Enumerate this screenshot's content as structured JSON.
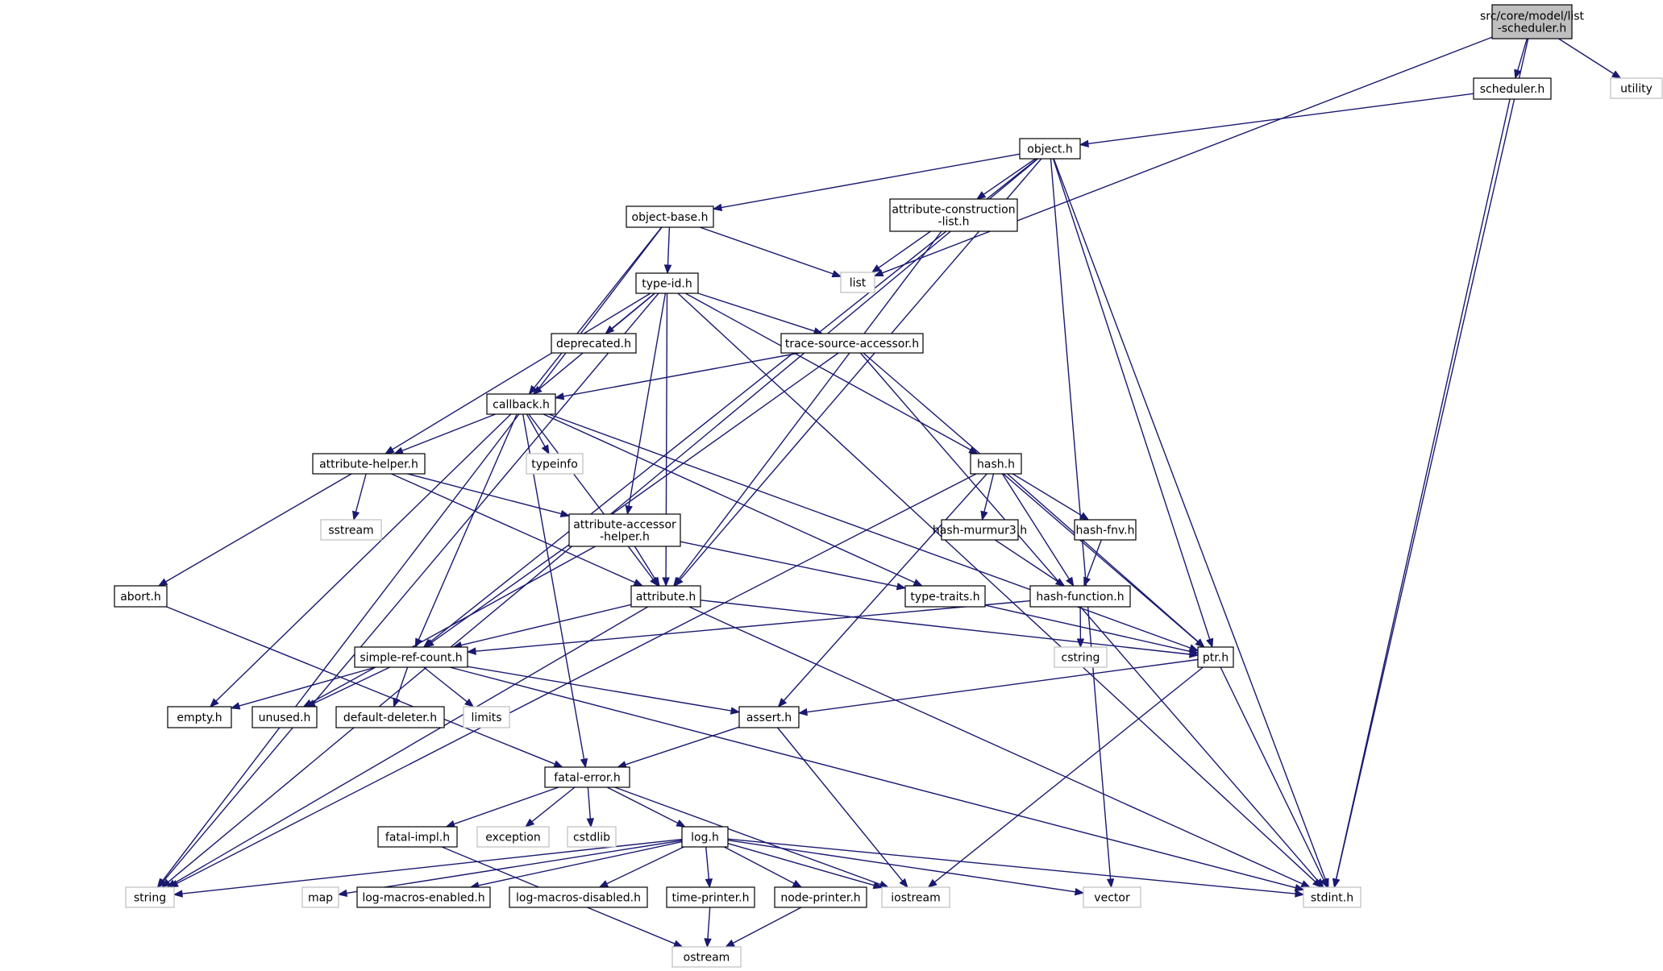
{
  "graph": {
    "root": "root",
    "nodes": [
      {
        "id": "root",
        "lines": [
          "src/core/model/list",
          "-scheduler.h"
        ],
        "kind": "root"
      },
      {
        "id": "scheduler",
        "lines": [
          "scheduler.h"
        ],
        "kind": "local"
      },
      {
        "id": "utility",
        "lines": [
          "utility"
        ],
        "kind": "system"
      },
      {
        "id": "object",
        "lines": [
          "object.h"
        ],
        "kind": "local"
      },
      {
        "id": "attrcons",
        "lines": [
          "attribute-construction",
          "-list.h"
        ],
        "kind": "local"
      },
      {
        "id": "objbase",
        "lines": [
          "object-base.h"
        ],
        "kind": "local"
      },
      {
        "id": "list",
        "lines": [
          "list"
        ],
        "kind": "system"
      },
      {
        "id": "typeid",
        "lines": [
          "type-id.h"
        ],
        "kind": "local"
      },
      {
        "id": "deprecated",
        "lines": [
          "deprecated.h"
        ],
        "kind": "local"
      },
      {
        "id": "trace",
        "lines": [
          "trace-source-accessor.h"
        ],
        "kind": "local"
      },
      {
        "id": "callback",
        "lines": [
          "callback.h"
        ],
        "kind": "local"
      },
      {
        "id": "typeinfo",
        "lines": [
          "typeinfo"
        ],
        "kind": "system"
      },
      {
        "id": "attrhelper",
        "lines": [
          "attribute-helper.h"
        ],
        "kind": "local"
      },
      {
        "id": "sstream",
        "lines": [
          "sstream"
        ],
        "kind": "system"
      },
      {
        "id": "attracc",
        "lines": [
          "attribute-accessor",
          "-helper.h"
        ],
        "kind": "local"
      },
      {
        "id": "hash",
        "lines": [
          "hash.h"
        ],
        "kind": "local"
      },
      {
        "id": "murmur",
        "lines": [
          "hash-murmur3.h"
        ],
        "kind": "local"
      },
      {
        "id": "fnv",
        "lines": [
          "hash-fnv.h"
        ],
        "kind": "local"
      },
      {
        "id": "abort",
        "lines": [
          "abort.h"
        ],
        "kind": "local"
      },
      {
        "id": "attribute",
        "lines": [
          "attribute.h"
        ],
        "kind": "local"
      },
      {
        "id": "typetraits",
        "lines": [
          "type-traits.h"
        ],
        "kind": "local"
      },
      {
        "id": "hashfn",
        "lines": [
          "hash-function.h"
        ],
        "kind": "local"
      },
      {
        "id": "simpleref",
        "lines": [
          "simple-ref-count.h"
        ],
        "kind": "local"
      },
      {
        "id": "cstring",
        "lines": [
          "cstring"
        ],
        "kind": "system"
      },
      {
        "id": "ptr",
        "lines": [
          "ptr.h"
        ],
        "kind": "local"
      },
      {
        "id": "empty",
        "lines": [
          "empty.h"
        ],
        "kind": "local"
      },
      {
        "id": "unused",
        "lines": [
          "unused.h"
        ],
        "kind": "local"
      },
      {
        "id": "defdel",
        "lines": [
          "default-deleter.h"
        ],
        "kind": "local"
      },
      {
        "id": "limits",
        "lines": [
          "limits"
        ],
        "kind": "system"
      },
      {
        "id": "assert",
        "lines": [
          "assert.h"
        ],
        "kind": "local"
      },
      {
        "id": "fatalerr",
        "lines": [
          "fatal-error.h"
        ],
        "kind": "local"
      },
      {
        "id": "fatalimpl",
        "lines": [
          "fatal-impl.h"
        ],
        "kind": "local"
      },
      {
        "id": "exception",
        "lines": [
          "exception"
        ],
        "kind": "system"
      },
      {
        "id": "cstdlib",
        "lines": [
          "cstdlib"
        ],
        "kind": "system"
      },
      {
        "id": "log",
        "lines": [
          "log.h"
        ],
        "kind": "local"
      },
      {
        "id": "string",
        "lines": [
          "string"
        ],
        "kind": "system"
      },
      {
        "id": "map",
        "lines": [
          "map"
        ],
        "kind": "system"
      },
      {
        "id": "logen",
        "lines": [
          "log-macros-enabled.h"
        ],
        "kind": "local"
      },
      {
        "id": "logdis",
        "lines": [
          "log-macros-disabled.h"
        ],
        "kind": "local"
      },
      {
        "id": "timepr",
        "lines": [
          "time-printer.h"
        ],
        "kind": "local"
      },
      {
        "id": "nodepr",
        "lines": [
          "node-printer.h"
        ],
        "kind": "local"
      },
      {
        "id": "iostream",
        "lines": [
          "iostream"
        ],
        "kind": "system"
      },
      {
        "id": "vector",
        "lines": [
          "vector"
        ],
        "kind": "system"
      },
      {
        "id": "stdint",
        "lines": [
          "stdint.h"
        ],
        "kind": "system"
      },
      {
        "id": "ostream",
        "lines": [
          "ostream"
        ],
        "kind": "system"
      }
    ],
    "edges": [
      [
        "root",
        "scheduler"
      ],
      [
        "root",
        "utility"
      ],
      [
        "root",
        "stdint"
      ],
      [
        "root",
        "list"
      ],
      [
        "scheduler",
        "object"
      ],
      [
        "scheduler",
        "stdint"
      ],
      [
        "object",
        "objbase"
      ],
      [
        "object",
        "attrcons"
      ],
      [
        "object",
        "string"
      ],
      [
        "object",
        "attribute"
      ],
      [
        "object",
        "simpleref"
      ],
      [
        "object",
        "ptr"
      ],
      [
        "object",
        "vector"
      ],
      [
        "object",
        "stdint"
      ],
      [
        "attrcons",
        "list"
      ],
      [
        "attrcons",
        "attribute"
      ],
      [
        "objbase",
        "typeid"
      ],
      [
        "objbase",
        "list"
      ],
      [
        "objbase",
        "callback"
      ],
      [
        "objbase",
        "string"
      ],
      [
        "typeid",
        "deprecated"
      ],
      [
        "typeid",
        "trace"
      ],
      [
        "typeid",
        "callback"
      ],
      [
        "typeid",
        "attrhelper"
      ],
      [
        "typeid",
        "attracc"
      ],
      [
        "typeid",
        "attribute"
      ],
      [
        "typeid",
        "hash"
      ],
      [
        "typeid",
        "string"
      ],
      [
        "typeid",
        "stdint"
      ],
      [
        "trace",
        "callback"
      ],
      [
        "trace",
        "ptr"
      ],
      [
        "trace",
        "simpleref"
      ],
      [
        "trace",
        "stdint"
      ],
      [
        "callback",
        "typeinfo"
      ],
      [
        "callback",
        "attrhelper"
      ],
      [
        "callback",
        "attribute"
      ],
      [
        "callback",
        "simpleref"
      ],
      [
        "callback",
        "fatalerr"
      ],
      [
        "callback",
        "typetraits"
      ],
      [
        "callback",
        "ptr"
      ],
      [
        "callback",
        "empty"
      ],
      [
        "attrhelper",
        "sstream"
      ],
      [
        "attrhelper",
        "abort"
      ],
      [
        "attrhelper",
        "attracc"
      ],
      [
        "attrhelper",
        "attribute"
      ],
      [
        "attracc",
        "attribute"
      ],
      [
        "attracc",
        "typetraits"
      ],
      [
        "attracc",
        "unused"
      ],
      [
        "hash",
        "murmur"
      ],
      [
        "hash",
        "fnv"
      ],
      [
        "hash",
        "hashfn"
      ],
      [
        "hash",
        "assert"
      ],
      [
        "hash",
        "ptr"
      ],
      [
        "hash",
        "string"
      ],
      [
        "murmur",
        "hashfn"
      ],
      [
        "fnv",
        "hashfn"
      ],
      [
        "hashfn",
        "cstring"
      ],
      [
        "hashfn",
        "simpleref"
      ],
      [
        "abort",
        "fatalerr"
      ],
      [
        "attribute",
        "simpleref"
      ],
      [
        "attribute",
        "ptr"
      ],
      [
        "attribute",
        "string"
      ],
      [
        "attribute",
        "stdint"
      ],
      [
        "typetraits",
        "ptr"
      ],
      [
        "simpleref",
        "empty"
      ],
      [
        "simpleref",
        "unused"
      ],
      [
        "simpleref",
        "defdel"
      ],
      [
        "simpleref",
        "limits"
      ],
      [
        "simpleref",
        "assert"
      ],
      [
        "simpleref",
        "stdint"
      ],
      [
        "ptr",
        "assert"
      ],
      [
        "ptr",
        "iostream"
      ],
      [
        "ptr",
        "stdint"
      ],
      [
        "assert",
        "fatalerr"
      ],
      [
        "assert",
        "iostream"
      ],
      [
        "fatalerr",
        "fatalimpl"
      ],
      [
        "fatalerr",
        "exception"
      ],
      [
        "fatalerr",
        "cstdlib"
      ],
      [
        "fatalerr",
        "log"
      ],
      [
        "fatalerr",
        "iostream"
      ],
      [
        "fatalimpl",
        "ostream"
      ],
      [
        "log",
        "string"
      ],
      [
        "log",
        "map"
      ],
      [
        "log",
        "logen"
      ],
      [
        "log",
        "logdis"
      ],
      [
        "log",
        "timepr"
      ],
      [
        "log",
        "nodepr"
      ],
      [
        "log",
        "iostream"
      ],
      [
        "log",
        "vector"
      ],
      [
        "log",
        "stdint"
      ],
      [
        "timepr",
        "ostream"
      ],
      [
        "nodepr",
        "ostream"
      ]
    ]
  }
}
